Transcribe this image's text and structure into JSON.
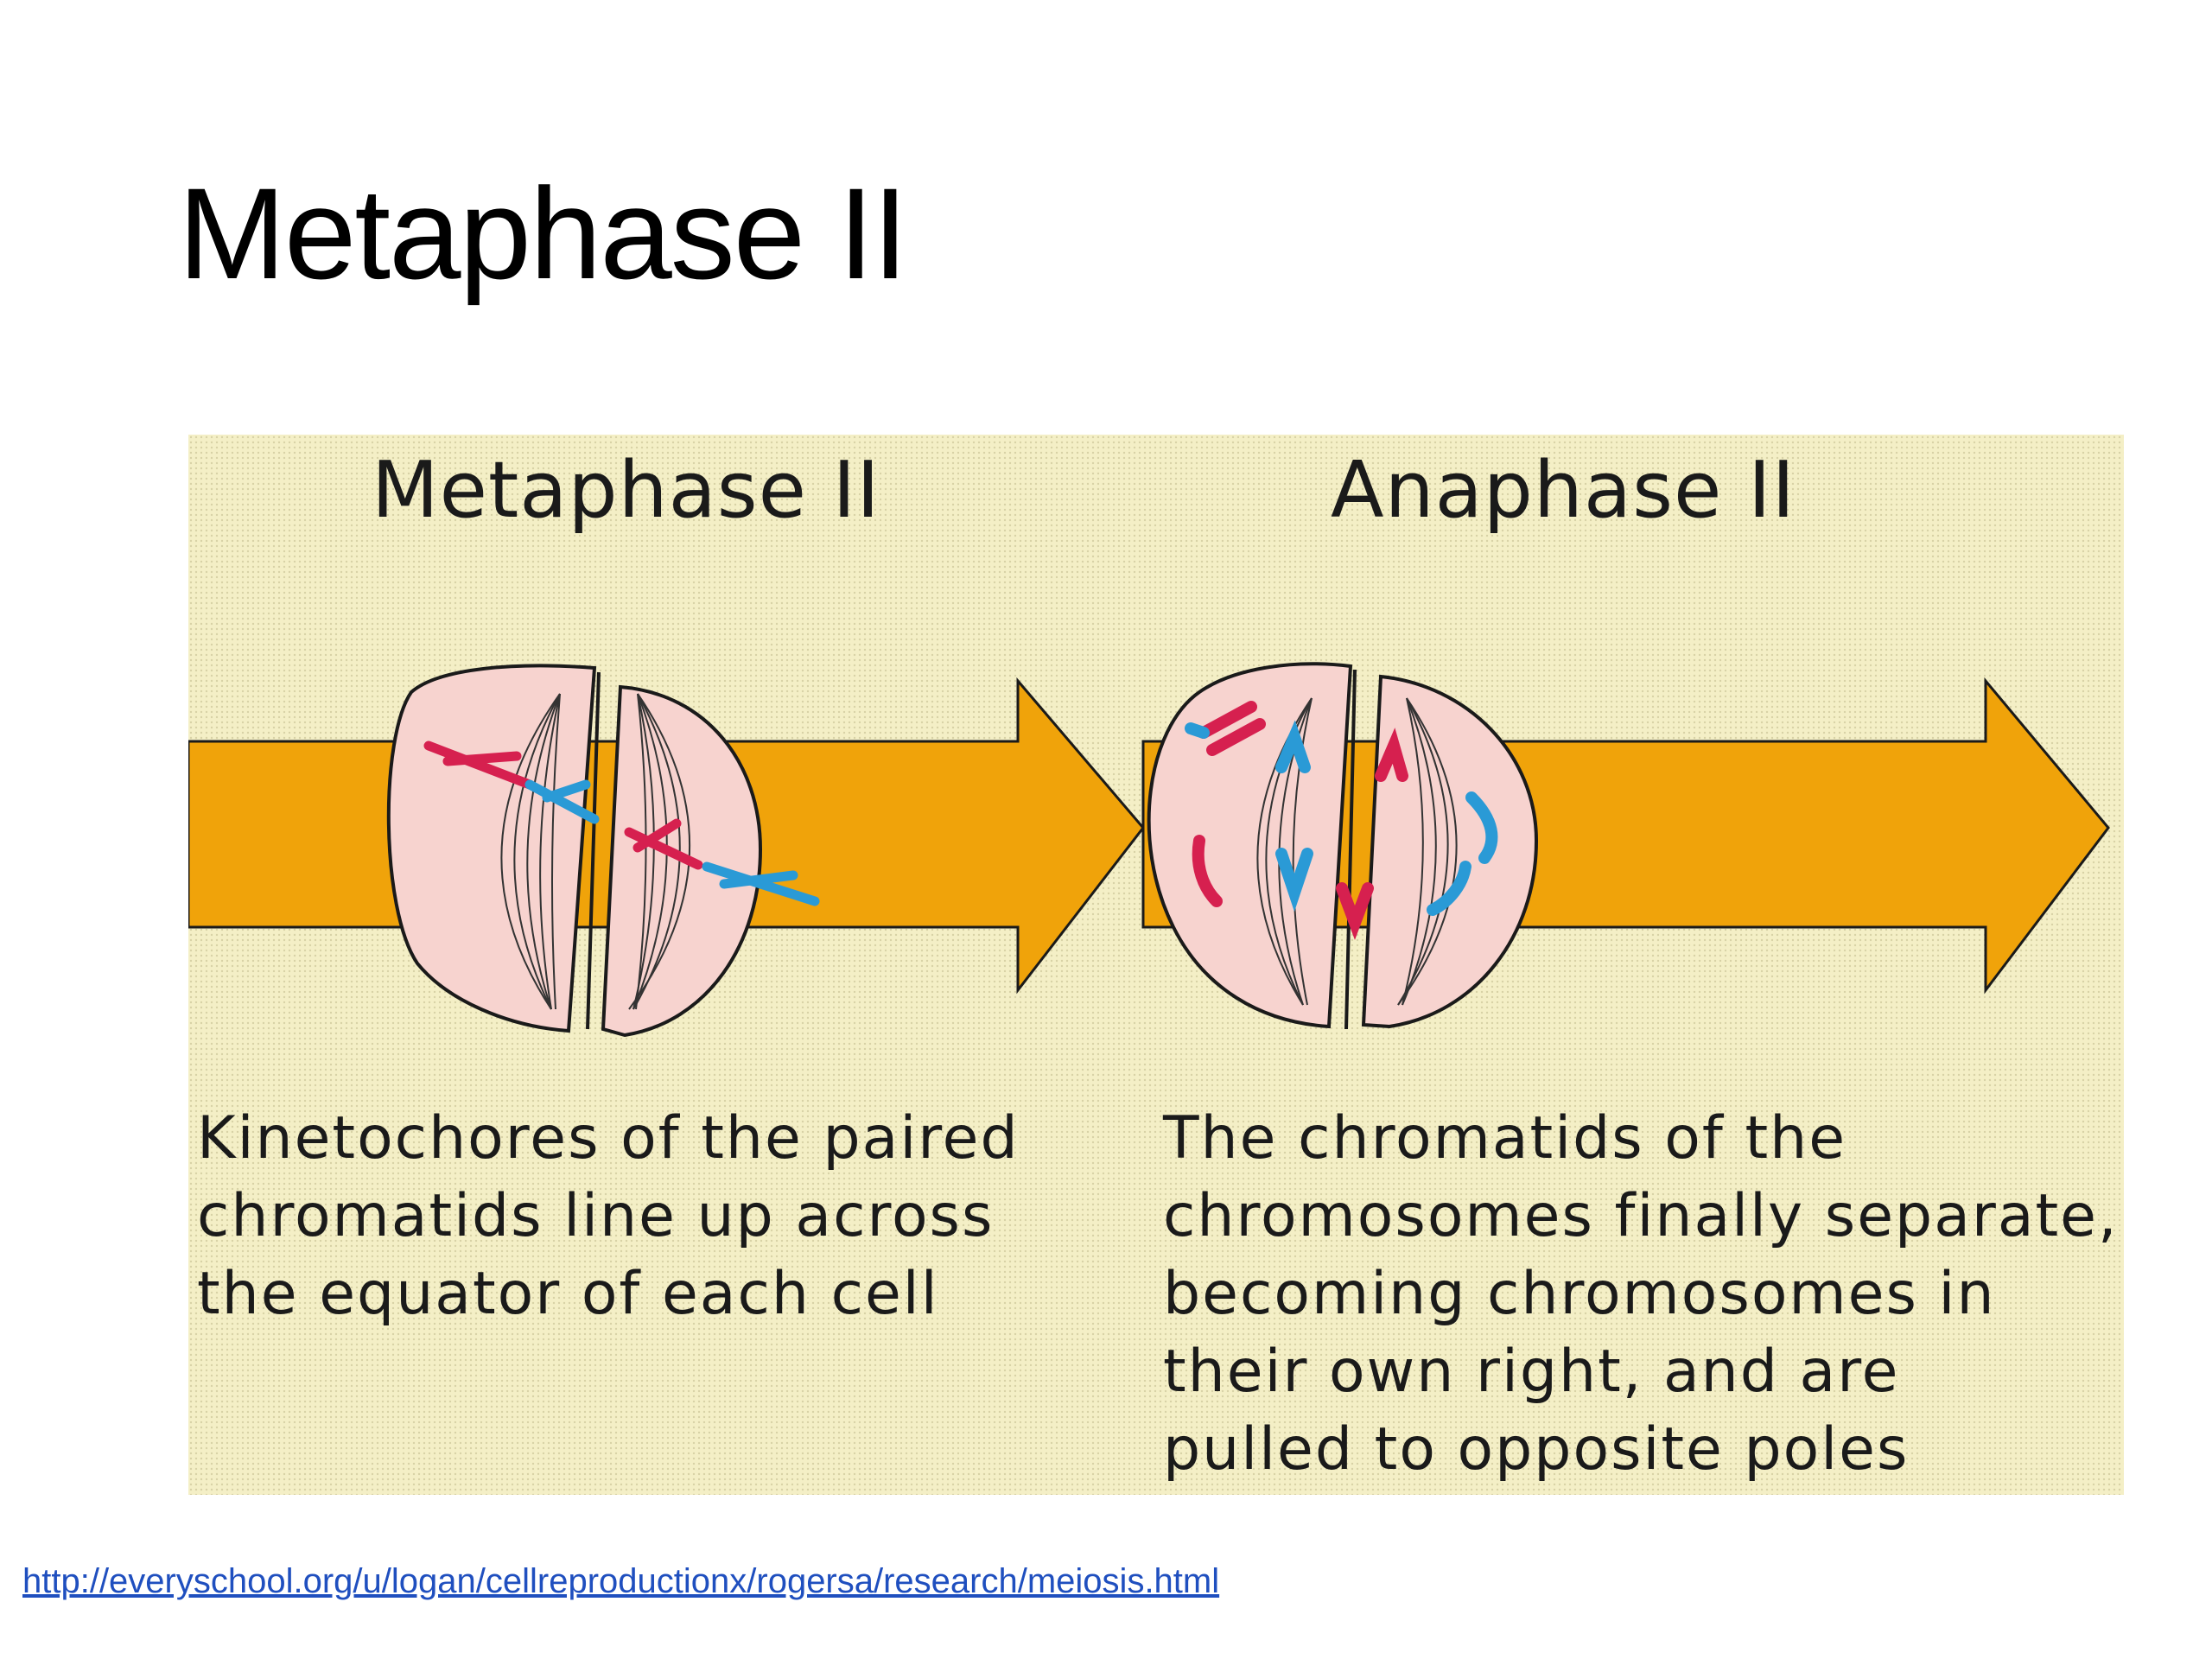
{
  "slide": {
    "title": "Metaphase II"
  },
  "figure": {
    "panels": [
      {
        "heading": "Metaphase II",
        "caption_lines": [
          "Kinetochores of the paired",
          "chromatids line up across",
          "the equator of each cell"
        ]
      },
      {
        "heading": "Anaphase II",
        "caption_lines": [
          "The chromatids of the",
          "chromosomes finally separate,",
          "becoming chromosomes in",
          "their own right, and are",
          "pulled to opposite poles"
        ]
      }
    ],
    "colors": {
      "background": "#f4efc6",
      "arrow": "#f0a30a",
      "cell_fill": "#f7d3cf",
      "chromatid_red": "#d6204f",
      "chromatid_blue": "#2a9ad6"
    }
  },
  "footer": {
    "source_url": "http://everyschool.org/u/logan/cellreproductionx/rogersa/research/meiosis.html"
  }
}
